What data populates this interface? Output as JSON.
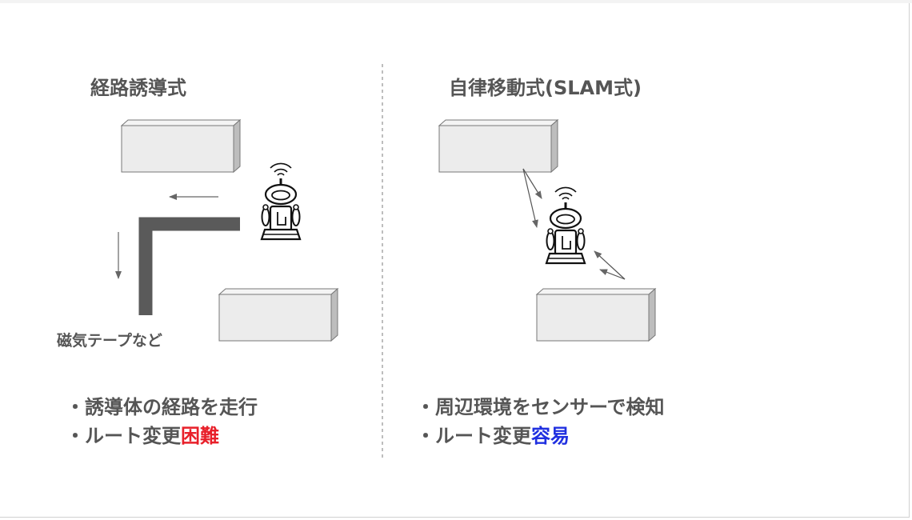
{
  "left": {
    "title": "経路誘導式",
    "tape_label": "磁気テープなど",
    "bullets": [
      {
        "prefix": "・誘導体の経路を走行",
        "highlight": ""
      },
      {
        "prefix": "・ルート変更",
        "highlight": "困難"
      }
    ]
  },
  "right": {
    "title": "自律移動式(SLAM式)",
    "bullets": [
      {
        "prefix": "・周辺環境をセンサーで検知",
        "highlight": ""
      },
      {
        "prefix": "・ルート変更",
        "highlight": "容易"
      }
    ]
  },
  "colors": {
    "text": "#555555",
    "difficult": "#e8202a",
    "easy": "#1f2fe0",
    "tape": "#5a5a5a",
    "box_fill": "#ececec",
    "divider": "#9a9a9a"
  },
  "icons": [
    "robot-icon",
    "wifi-signal-icon",
    "arrow-icon"
  ]
}
